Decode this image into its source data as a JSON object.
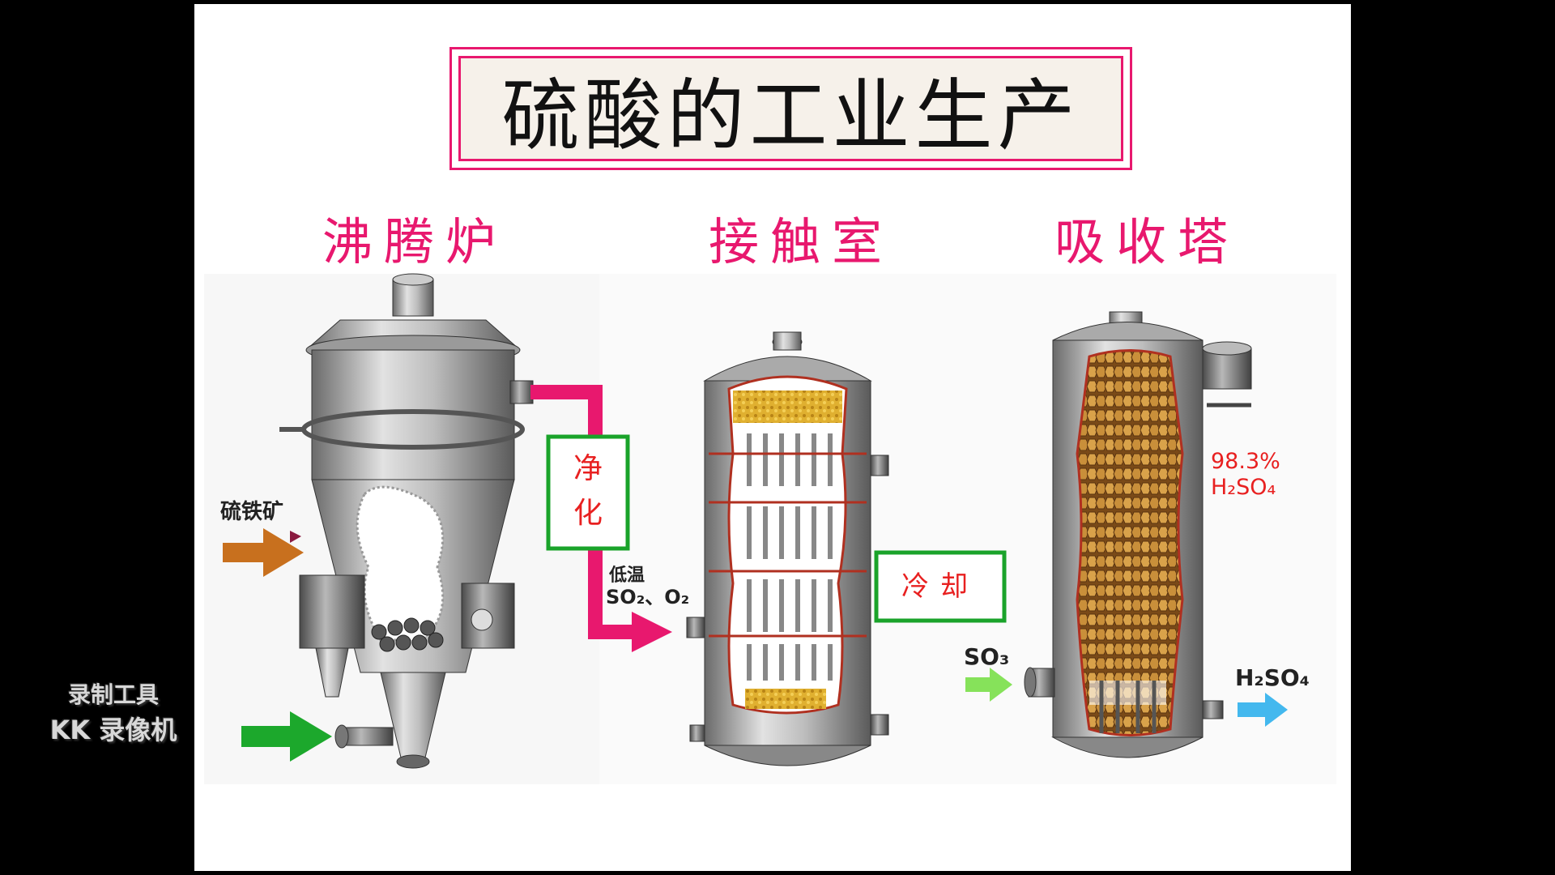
{
  "title": "硫酸的工业生产",
  "sections": {
    "furnace": "沸腾炉",
    "contact_chamber": "接触室",
    "absorption_tower": "吸收塔"
  },
  "labels": {
    "pyrite": "硫铁矿",
    "purify": "净化",
    "low_temp": "低温",
    "so2_o2": "SO₂、O₂",
    "cool": "冷却",
    "so3": "SO₃",
    "acid_conc": "98.3%",
    "acid_formula": "H₂SO₄",
    "product": "H₂SO₄"
  },
  "watermark": {
    "line1": "录制工具",
    "line2": "KK 录像机"
  },
  "colors": {
    "accent": "#e8186e",
    "green_box": "#1aa32a",
    "arrow_orange": "#c8701e",
    "arrow_green": "#1ca82c",
    "arrow_lightgreen": "#86e25a",
    "arrow_blue": "#43b8ee",
    "acid_red": "#e82020"
  }
}
